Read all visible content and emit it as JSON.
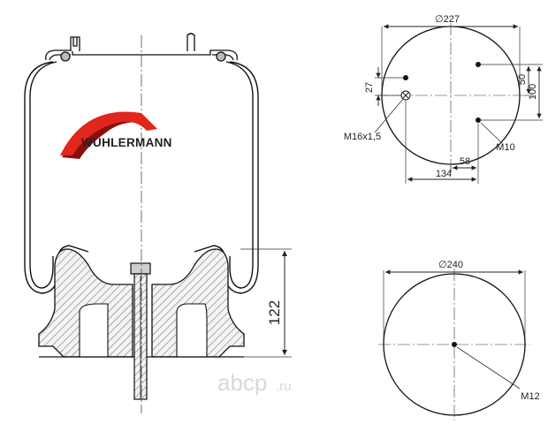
{
  "brand": {
    "name": "WUHLERMANN",
    "logo_colors": [
      "#e1261c",
      "#8a0f0f",
      "#222222"
    ]
  },
  "watermark": {
    "text": "abcp",
    "suffix": ".ru"
  },
  "side_view": {
    "height_label": "122"
  },
  "top_view": {
    "diameter_label": "∅227",
    "dim_50": "50",
    "dim_100": "100",
    "dim_27": "27",
    "dim_58": "58",
    "dim_134": "134",
    "thread_left": "M16x1,5",
    "thread_right": "M10"
  },
  "bottom_view": {
    "diameter_label": "∅240",
    "thread": "M12"
  },
  "colors": {
    "hatch": "#888888",
    "line": "#111111",
    "dim_line": "#333333"
  }
}
